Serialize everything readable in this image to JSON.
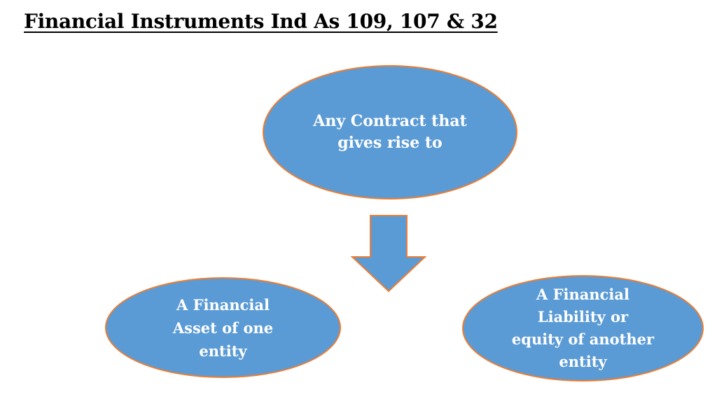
{
  "page": {
    "title": "Financial Instruments Ind As 109, 107 & 32"
  },
  "colors": {
    "background": "#FFFFFF",
    "shape_fill": "#5B9BD5",
    "shape_border": "#ED7D31",
    "text_on_shape": "#FFFFFF",
    "title": "#000000"
  },
  "diagram": {
    "center_ellipse": {
      "label": "Any Contract that gives rise to",
      "lines": [
        "Any Contract that",
        "gives rise to"
      ]
    },
    "arrow": {
      "icon": "down-block-arrow",
      "direction": "down"
    },
    "left_ellipse": {
      "label": "A Financial Asset of one entity",
      "lines": [
        "A Financial",
        "Asset of one",
        "entity"
      ]
    },
    "right_ellipse": {
      "label": "A Financial Liability or equity of another entity",
      "lines": [
        "A Financial",
        "Liability or",
        "equity of another",
        "entity"
      ]
    }
  }
}
